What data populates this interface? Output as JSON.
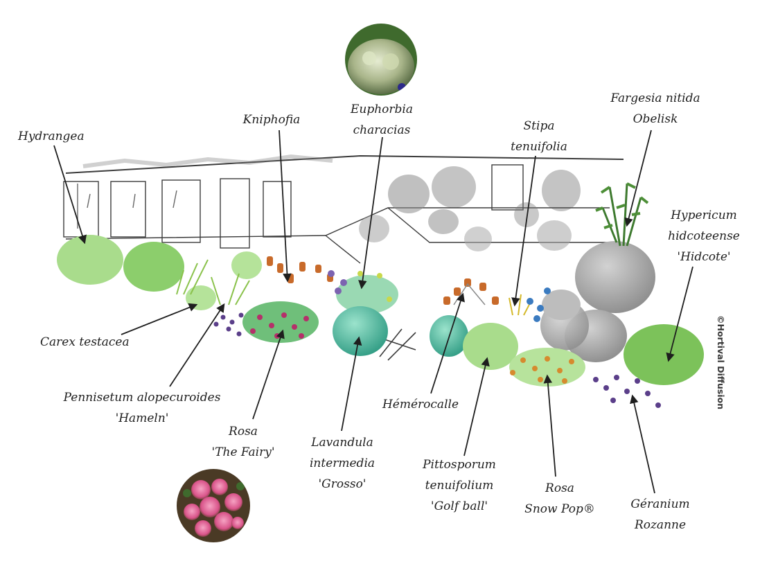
{
  "labels": {
    "hydrangea": "Hydrangea",
    "kniphofia": "Kniphofia",
    "euphorbia": [
      "Euphorbia",
      "characias"
    ],
    "stipa": [
      "Stipa",
      "tenuifolia"
    ],
    "fargesia": [
      "Fargesia nitida",
      "Obelisk"
    ],
    "hypericum": [
      "Hypericum",
      "hidcoteense",
      "'Hidcote'"
    ],
    "carex": "Carex testacea",
    "pennisetum": [
      "Pennisetum alopecuroides",
      "'Hameln'"
    ],
    "rosa_fairy": [
      "Rosa",
      "'The Fairy'"
    ],
    "lavandula": [
      "Lavandula",
      "intermedia",
      "'Grosso'"
    ],
    "hemerocalle": "Hémérocalle",
    "pittosporum": [
      "Pittosporum",
      "tenuifolium",
      "'Golf ball'"
    ],
    "rosa_snow": [
      "Rosa",
      "Snow Pop®"
    ],
    "geranium": [
      "Géranium",
      "Rozanne"
    ]
  },
  "credit": "©Hortival Diffusion",
  "colors": {
    "ink": "#1e1e1e",
    "light_green": "#a9dc8c",
    "mid_green": "#7cc25a",
    "teal": "#4fb89a",
    "grey_pot": "#a9a9a9",
    "purple": "#5b3f8a",
    "orange": "#c86a2a",
    "pink_flower": "#b5306a"
  }
}
